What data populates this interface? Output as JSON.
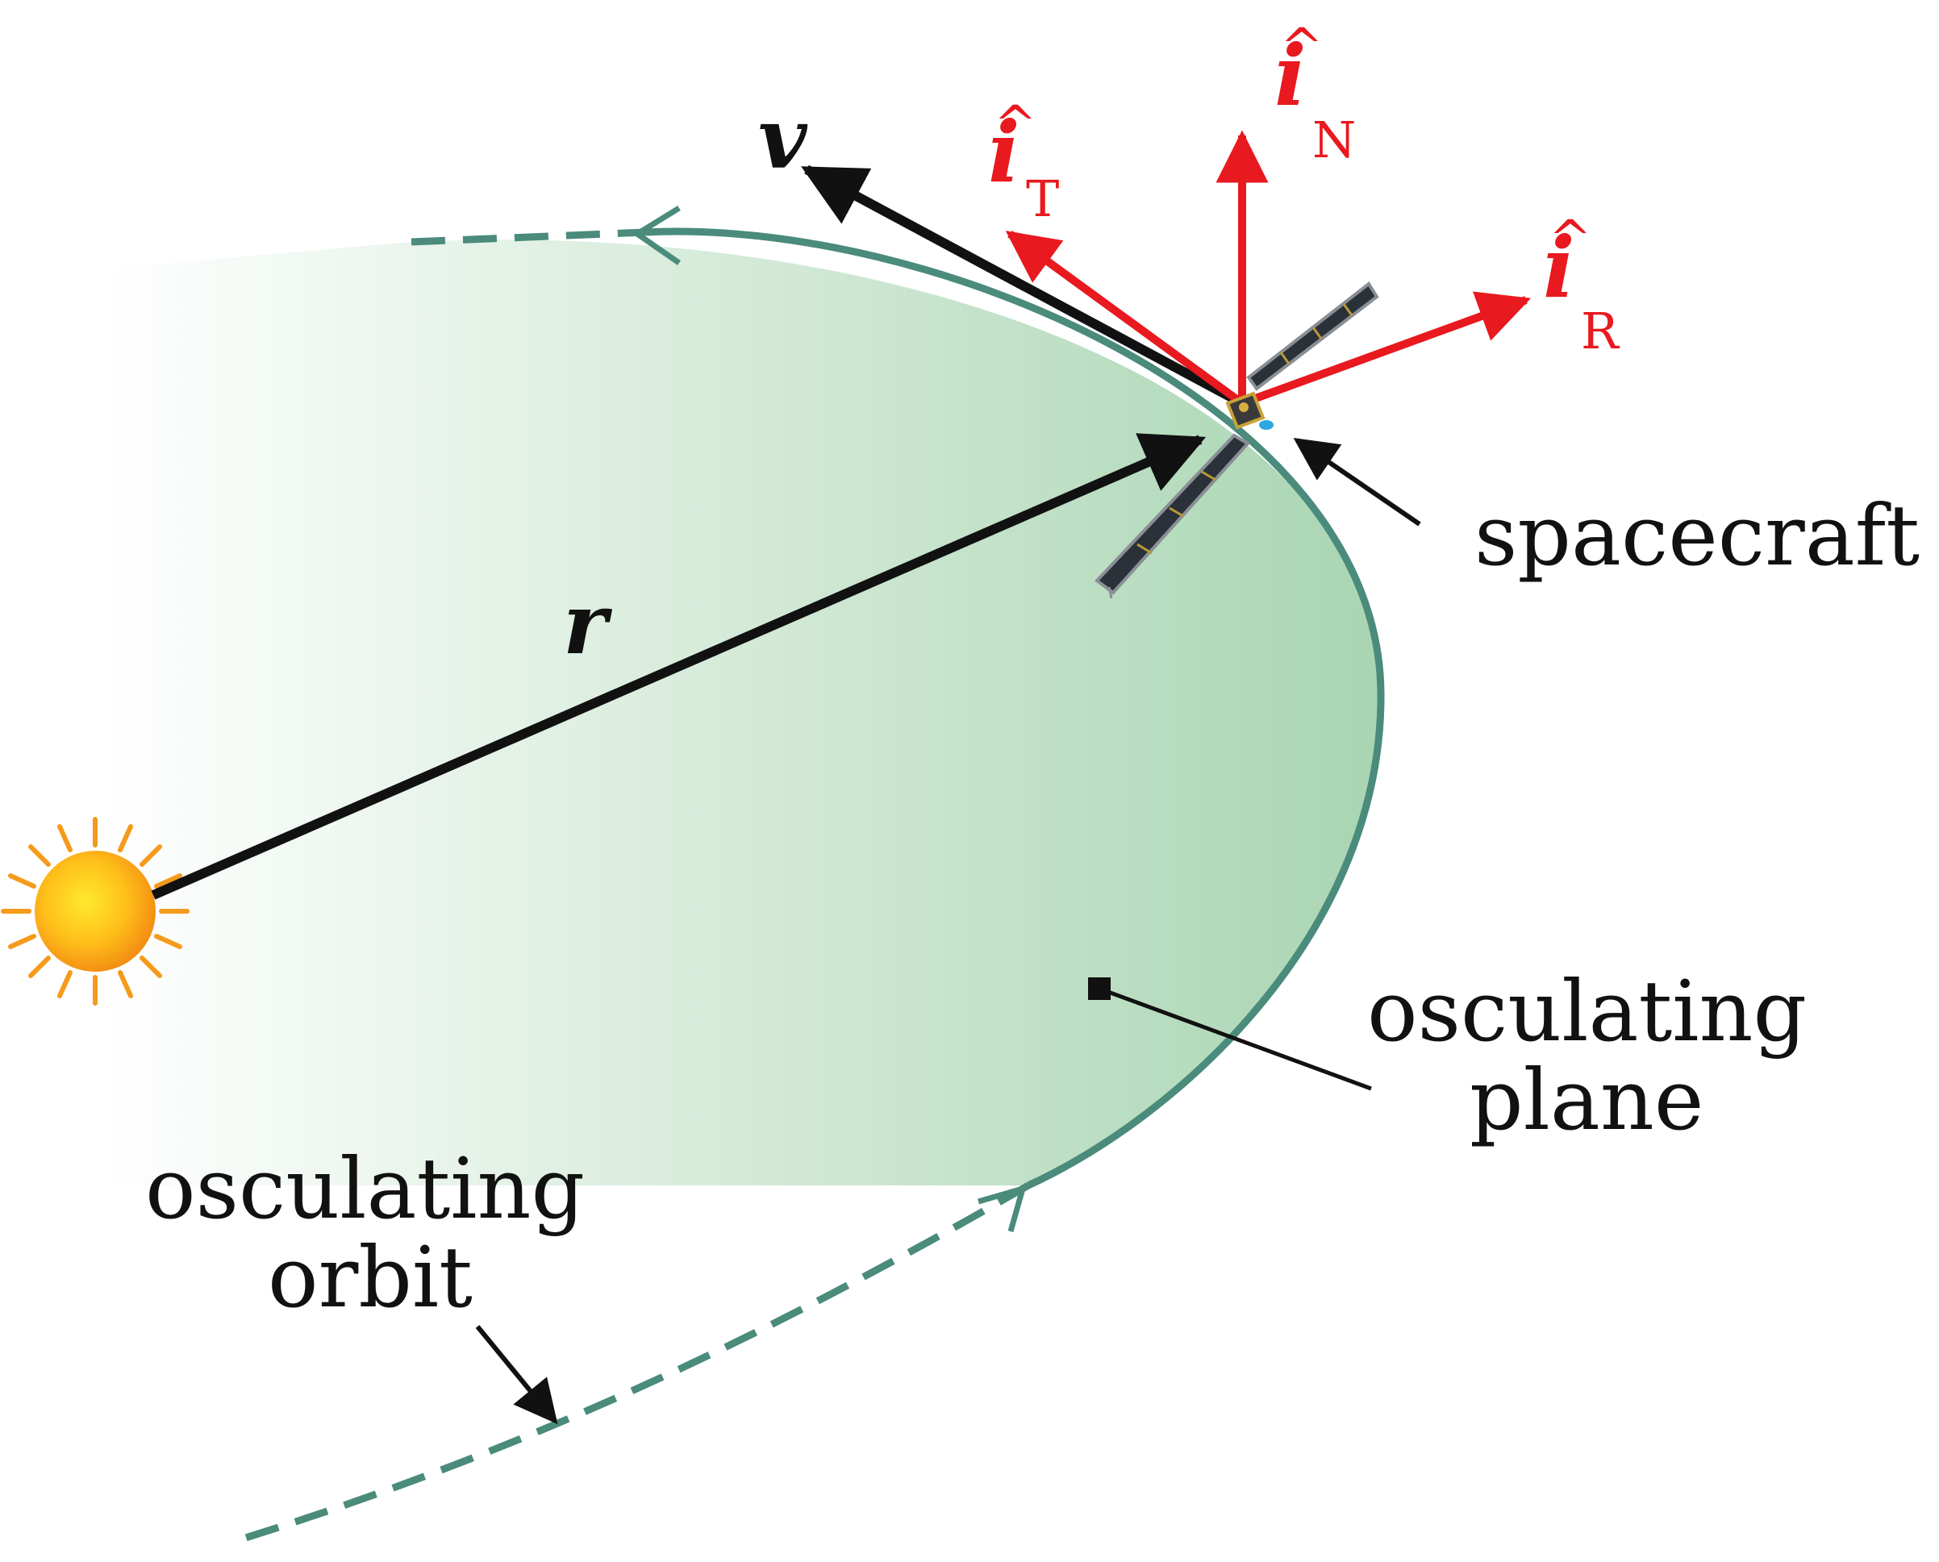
{
  "vectors": {
    "position": "r",
    "velocity": "v"
  },
  "frame_axes": {
    "base": "i",
    "hat": "^",
    "tangential_sub": "T",
    "normal_sub": "N",
    "radial_sub": "R"
  },
  "labels": {
    "spacecraft": "spacecraft",
    "plane_line1": "osculating",
    "plane_line2": "plane",
    "orbit_line1": "osculating",
    "orbit_line2": "orbit"
  },
  "colors": {
    "frame_red": "#e8191f",
    "orbit_teal": "#4a8b7c",
    "plane_green": "#a9d5b2",
    "vector_black": "#111111",
    "sun_orange": "#f59a1b",
    "sun_yellow": "#ffe12a"
  },
  "icons": {
    "sun": "sun-icon",
    "spacecraft": "spacecraft-icon"
  }
}
